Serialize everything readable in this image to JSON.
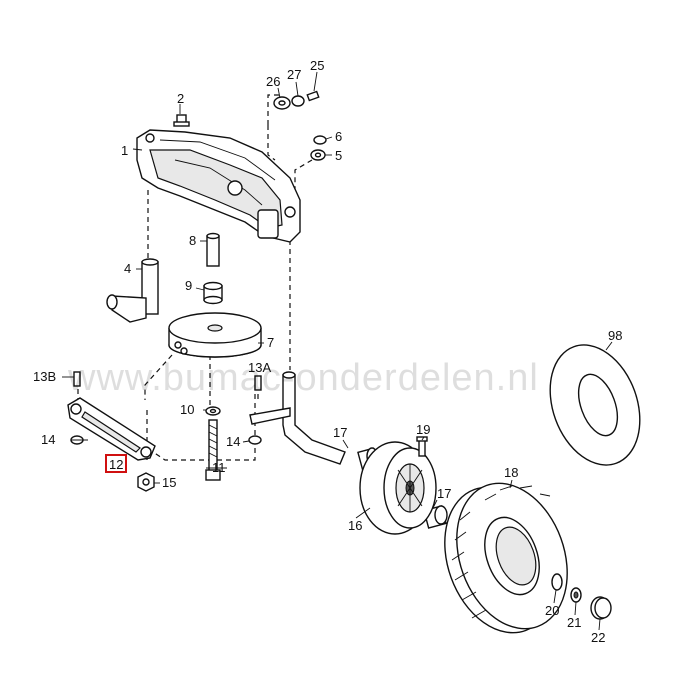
{
  "watermark": "www.bumac-onderdelen.nl",
  "highlight_color": "#d01010",
  "highlighted_label": "12",
  "labels": {
    "l1": "1",
    "l2": "2",
    "l4": "4",
    "l5": "5",
    "l6": "6",
    "l7": "7",
    "l8": "8",
    "l9": "9",
    "l10": "10",
    "l11": "11",
    "l12": "12",
    "l13a": "13A",
    "l13b": "13B",
    "l14a": "14",
    "l14b": "14",
    "l15": "15",
    "l16": "16",
    "l17a": "17",
    "l17b": "17",
    "l18": "18",
    "l19": "19",
    "l20": "20",
    "l21": "21",
    "l22": "22",
    "l25": "25",
    "l26": "26",
    "l27": "27",
    "l98": "98"
  }
}
